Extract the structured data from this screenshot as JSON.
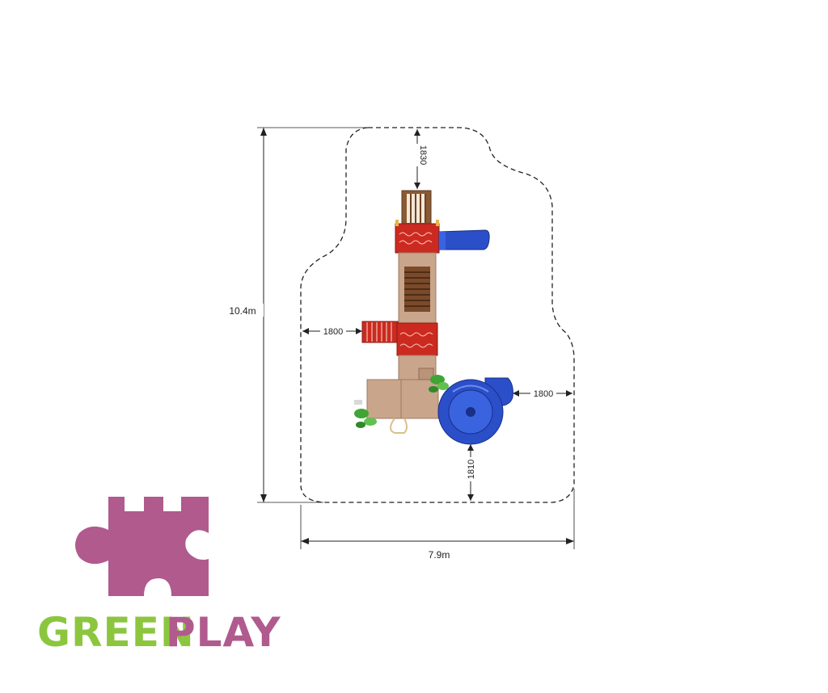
{
  "dimensions": {
    "overall_height": "10.4m",
    "overall_width": "7.9m",
    "clearance_top": "1830",
    "clearance_left": "1800",
    "clearance_right": "1800",
    "clearance_bottom": "1810"
  },
  "brand": {
    "name_green": "GREEN",
    "name_play": "PLAY",
    "color_green": "#8cc63f",
    "color_play": "#b05a8e",
    "puzzle_color": "#b05a8e"
  },
  "colors": {
    "deck": "#c9a58c",
    "roof_red": "#cc2a20",
    "slide_blue": "#2b4fc9",
    "wood_brown": "#7a4a2a",
    "foliage": "#3fa535"
  }
}
